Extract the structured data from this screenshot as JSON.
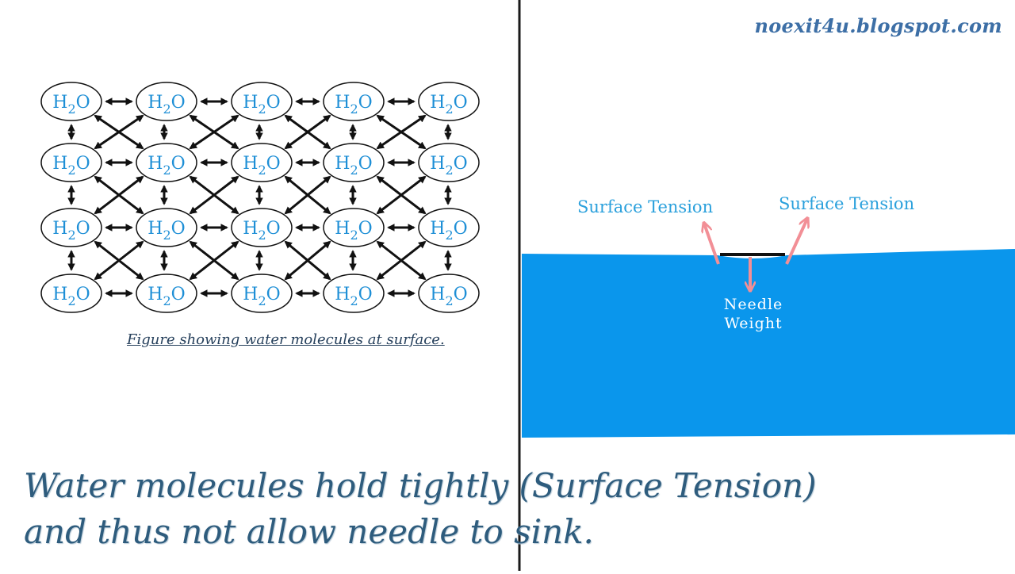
{
  "watermark": "noexit4u.blogspot.com",
  "molecule_grid": {
    "rows": 4,
    "cols": 5,
    "label_main": "H",
    "label_sub": "2",
    "label_end": "O"
  },
  "figure_caption": "Figure showing water molecules at surface.",
  "right_panel": {
    "surface_tension_left": "Surface Tension",
    "surface_tension_right": "Surface Tension",
    "needle_weight_line1": "Needle",
    "needle_weight_line2": "Weight"
  },
  "bottom_caption": {
    "line1": "Water molecules hold tightly (Surface Tension)",
    "line2": "and thus not allow needle to sink."
  },
  "colors": {
    "water": "#0a96ec",
    "molecule_text": "#1e8fd6",
    "arrow": "#111111",
    "force_arrow": "#f28f96",
    "divider": "#1a1a1a"
  }
}
